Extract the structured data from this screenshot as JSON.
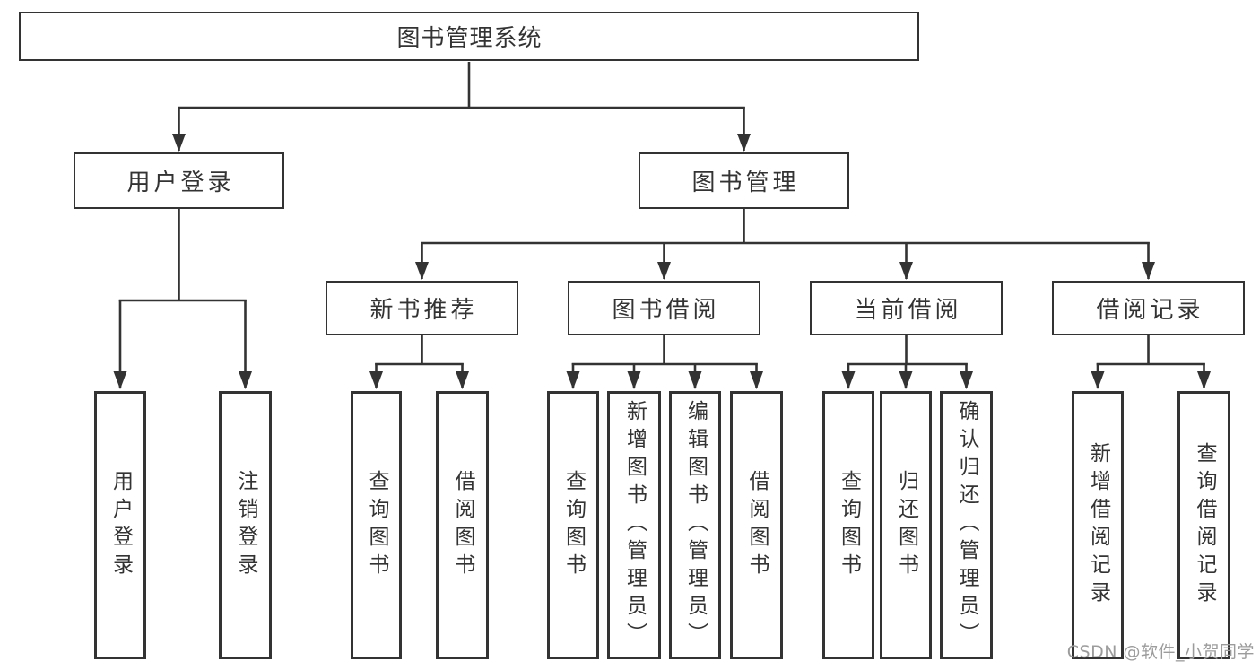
{
  "root_label": "图书管理系统",
  "level2": {
    "user_login": "用户登录",
    "book_management": "图书管理"
  },
  "level3": {
    "new_book_recommend": "新书推荐",
    "book_borrow": "图书借阅",
    "current_borrow": "当前借阅",
    "borrow_records": "借阅记录"
  },
  "leaves": {
    "user_login": "用户登录",
    "logout": "注销登录",
    "nbr_query_books": "查询图书",
    "nbr_borrow_books": "借阅图书",
    "bb_query_books": "查询图书",
    "bb_add_books_admin": "新增图书（管理员）",
    "bb_edit_books_admin": "编辑图书（管理员）",
    "bb_borrow_books": "借阅图书",
    "cb_query_books": "查询图书",
    "cb_return_books": "归还图书",
    "cb_confirm_return_admin": "确认归还（管理员）",
    "br_add_record": "新增借阅记录",
    "br_query_record": "查询借阅记录"
  },
  "watermark": "CSDN @软件_小贺同学",
  "colors": {
    "line": "#333333",
    "text": "#333333",
    "watermark": "#9c9c9c",
    "background": "#ffffff"
  }
}
